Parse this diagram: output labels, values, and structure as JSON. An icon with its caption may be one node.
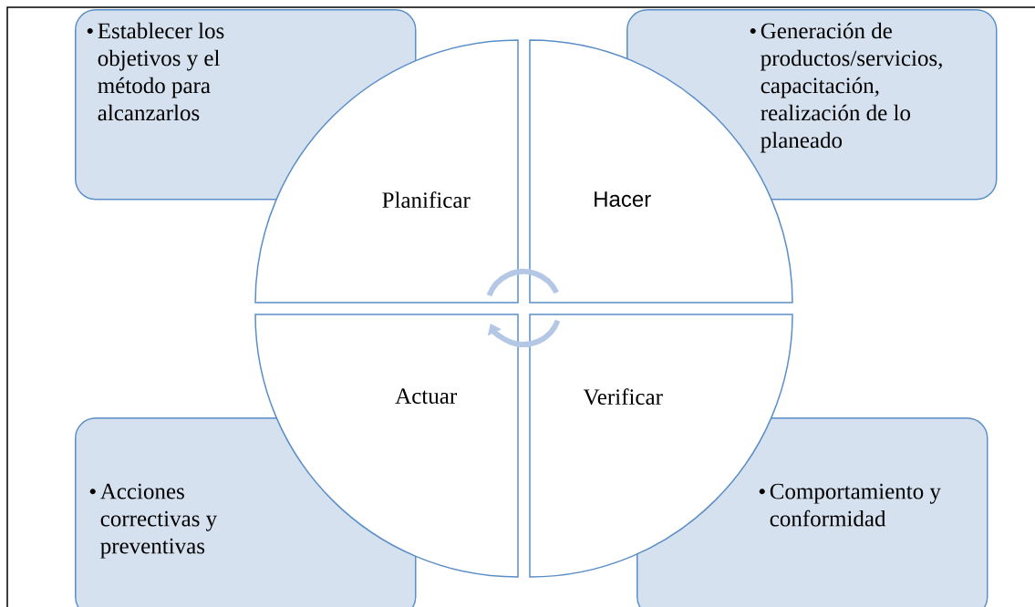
{
  "diagram": {
    "nodes": [
      {
        "text": [
          "Establecer los objetivos y el método para alcanzarlos"
        ]
      },
      {
        "text": [
          "Generación de productos/servicios, capacitación, realización de lo planeado"
        ]
      },
      {
        "text": [
          "Planificar"
        ]
      },
      {
        "text": [
          "Hacer"
        ]
      },
      {
        "text": [
          "Actuar"
        ]
      },
      {
        "text": [
          "Verificar"
        ]
      },
      {
        "text": [
          "Acciones correctivas y preventivas"
        ]
      },
      {
        "text": [
          "Comportamiento y conformidad"
        ]
      }
    ]
  }
}
